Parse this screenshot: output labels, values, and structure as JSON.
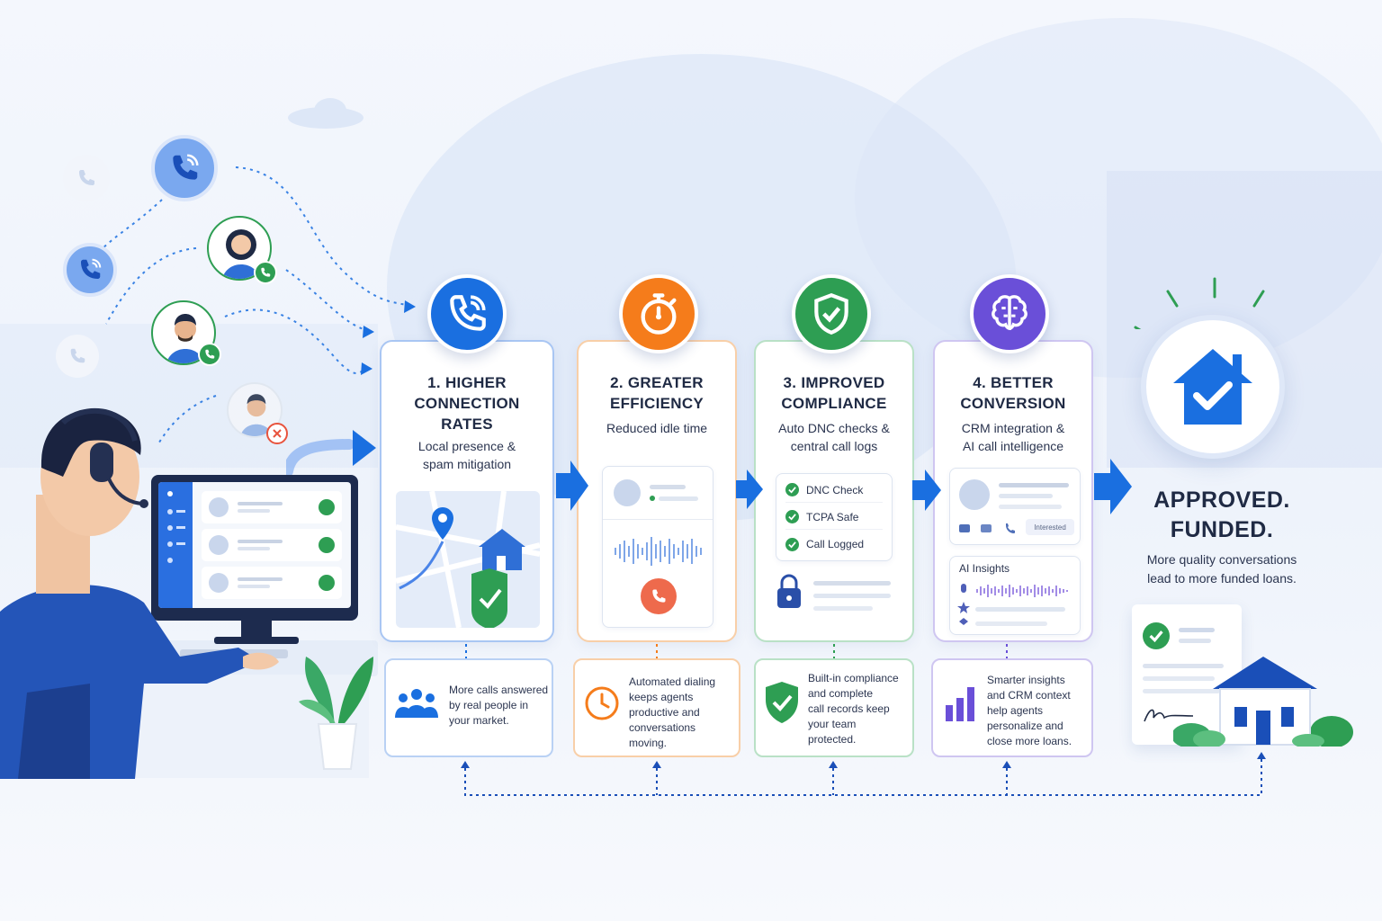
{
  "steps": [
    {
      "title": "1. HIGHER CONNECTION RATES",
      "title_lines": [
        "1. HIGHER",
        "CONNECTION",
        "RATES"
      ],
      "subtitle_lines": [
        "Local presence &",
        "spam mitigation"
      ],
      "benefit_lines": [
        "More calls answered",
        "by real people in",
        "your market."
      ],
      "accent": "#1a6fe0",
      "icon": "phone-icon"
    },
    {
      "title": "2. GREATER EFFICIENCY",
      "title_lines": [
        "2. GREATER",
        "EFFICIENCY"
      ],
      "subtitle_lines": [
        "Reduced idle time"
      ],
      "benefit_lines": [
        "Automated dialing",
        "keeps agents",
        "productive and",
        "conversations",
        "moving."
      ],
      "accent": "#f57c1b",
      "icon": "stopwatch-icon"
    },
    {
      "title": "3. IMPROVED COMPLIANCE",
      "title_lines": [
        "3. IMPROVED",
        "COMPLIANCE"
      ],
      "subtitle_lines": [
        "Auto DNC checks &",
        "central call logs"
      ],
      "checklist": [
        "DNC Check",
        "TCPA Safe",
        "Call Logged"
      ],
      "benefit_lines": [
        "Built-in compliance",
        "and complete",
        "call records keep",
        "your team",
        "protected."
      ],
      "accent": "#2e9e53",
      "icon": "shield-check-icon"
    },
    {
      "title": "4. BETTER CONVERSION",
      "title_lines": [
        "4. BETTER",
        "CONVERSION"
      ],
      "subtitle_lines": [
        "CRM integration &",
        "AI call intelligence"
      ],
      "tag": "Interested",
      "insights_label": "AI Insights",
      "benefit_lines": [
        "Smarter insights",
        "and CRM context",
        "help agents",
        "personalize and",
        "close more loans."
      ],
      "accent": "#6a4fd8",
      "icon": "brain-icon"
    }
  ],
  "outcome": {
    "title_lines": [
      "APPROVED.",
      "FUNDED."
    ],
    "subtitle_lines": [
      "More quality conversations",
      "lead to more funded loans."
    ],
    "icon": "house-check-icon"
  },
  "colors": {
    "blue": "#1a6fe0",
    "orange": "#f57c1b",
    "green": "#2e9e53",
    "purple": "#6a4fd8",
    "red": "#e8533d"
  }
}
